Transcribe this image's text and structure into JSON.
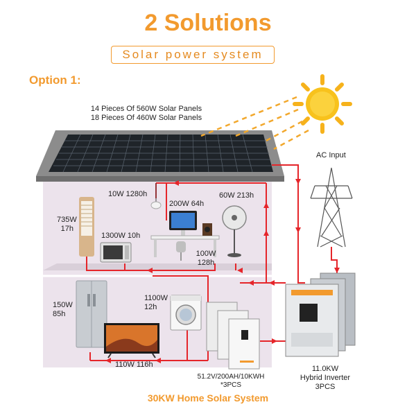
{
  "header": {
    "title": "2 Solutions",
    "subtitle": "Solar power system",
    "option": "Option 1:"
  },
  "panels": {
    "line1": "14 Pieces Of 560W Solar Panels",
    "line2": "18 Pieces Of 460W Solar Panels"
  },
  "grid": {
    "label": "AC Input"
  },
  "appliances": {
    "light": "10W 1280h",
    "computer": "200W 64h",
    "fan": "60W 213h",
    "aircon_watt": "735W",
    "aircon_hours": "17h",
    "microwave": "1300W 10h",
    "speaker_watt": "100W",
    "speaker_hours": "128h",
    "fridge_watt": "150W",
    "fridge_hours": "85h",
    "washer_watt": "1100W",
    "washer_hours": "12h",
    "tv": "110W 116h"
  },
  "battery": {
    "line1": "51.2V/200AH/10KWH",
    "line2": "*3PCS"
  },
  "inverter": {
    "line1": "11.0KW",
    "line2": "Hybrid Inverter",
    "line3": "3PCS"
  },
  "footer": "30KW Home Solar System",
  "colors": {
    "accent": "#f29a2e",
    "wire": "#e5252a",
    "house": "#ece3ec",
    "roof": "#8a8a8a"
  }
}
